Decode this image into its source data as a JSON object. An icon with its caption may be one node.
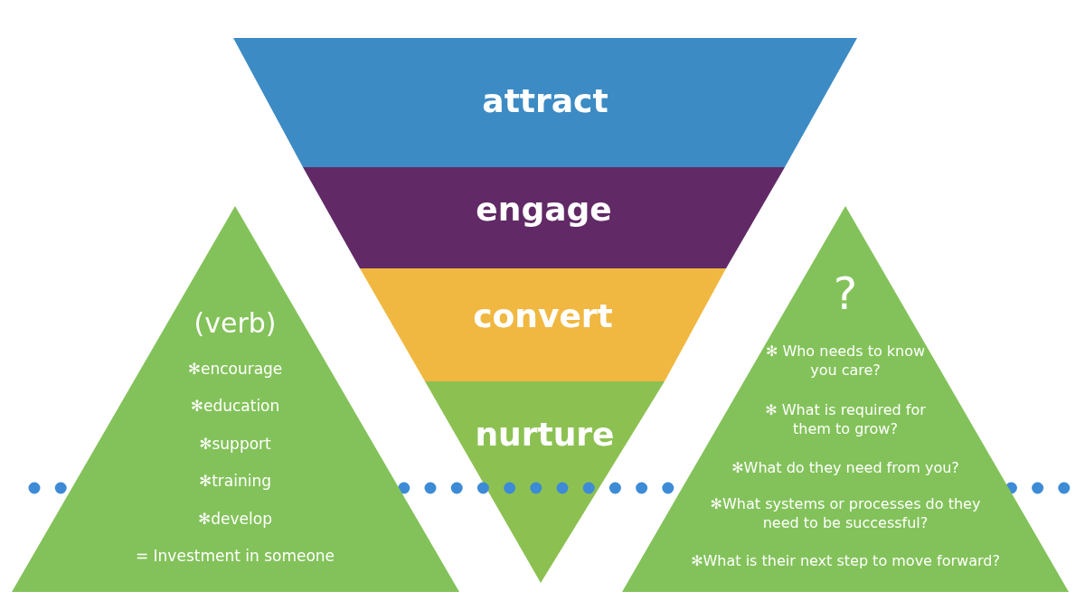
{
  "diagram": {
    "nodes": [
      {
        "text": [
          "attract"
        ]
      },
      {
        "text": [
          "engage"
        ]
      },
      {
        "text": [
          "convert"
        ]
      },
      {
        "text": [
          "nurture"
        ]
      },
      {
        "text": [
          "(verb)",
          "✻encourage",
          "✻education",
          "✻support",
          "✻training",
          "✻develop",
          "= Investment in someone"
        ]
      },
      {
        "text": [
          "?",
          "✻ Who needs to know you care?",
          "✻ What is required for them to grow?",
          "✻What do they need from you?",
          "✻What systems or processes do they need to be successful?",
          "✻What is their next step to move forward?"
        ]
      }
    ],
    "edges": []
  }
}
